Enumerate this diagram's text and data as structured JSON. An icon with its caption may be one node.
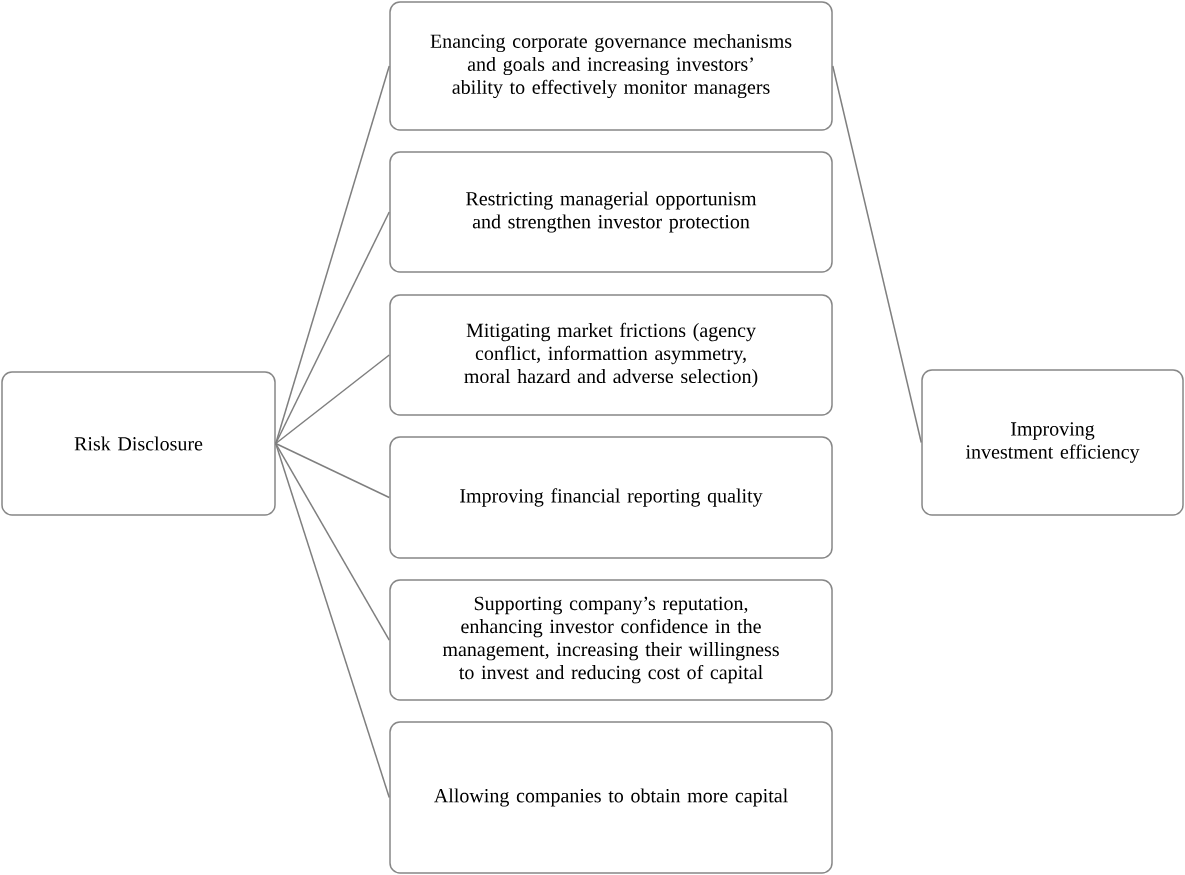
{
  "diagram": {
    "nodes": [
      {
        "text": [
          "Risk Disclosure"
        ]
      },
      {
        "text": [
          "Enancing corporate governance mechanisms and goals and increasing investors’ ability to effectively monitor managers"
        ]
      },
      {
        "text": [
          "Restricting managerial opportunism and strengthen investor protection"
        ]
      },
      {
        "text": [
          "Mitigating market frictions (agency conflict, informattion asymmetry, moral hazard and adverse selection)"
        ]
      },
      {
        "text": [
          "Improving financial reporting quality"
        ]
      },
      {
        "text": [
          "Supporting company’s reputation, enhancing investor confidence in the management, increasing their willingness to invest and reducing cost of capital"
        ]
      },
      {
        "text": [
          "Allowing companies to obtain more capital"
        ]
      },
      {
        "text": [
          "Improving investment efficiency"
        ]
      }
    ],
    "edges": [
      {
        "from": 0,
        "to": 1,
        "arrow": "none"
      },
      {
        "from": 0,
        "to": 2,
        "arrow": "none"
      },
      {
        "from": 0,
        "to": 3,
        "arrow": "none"
      },
      {
        "from": 0,
        "to": 4,
        "arrow": "none"
      },
      {
        "from": 0,
        "to": 5,
        "arrow": "none"
      },
      {
        "from": 0,
        "to": 6,
        "arrow": "none"
      },
      {
        "from": 1,
        "to": 7,
        "arrow": "none"
      }
    ]
  }
}
